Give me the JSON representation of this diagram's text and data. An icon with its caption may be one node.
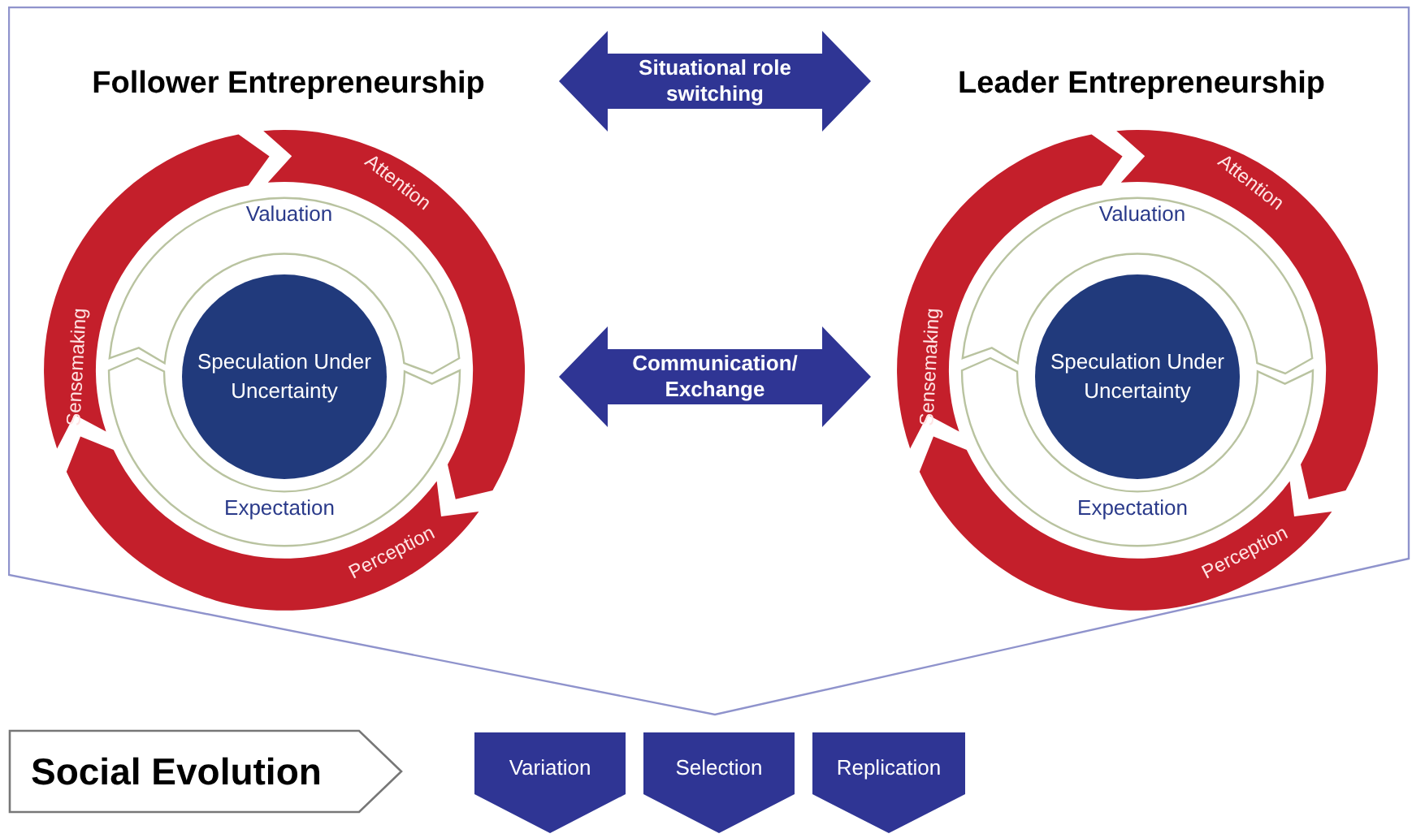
{
  "diagram": {
    "nodes": [
      {
        "text": [],
        "shape": "pentagon"
      },
      {
        "text": [
          "Follower Entrepreneurship"
        ],
        "in": 0
      },
      {
        "text": [
          "Attention"
        ],
        "in": 1
      },
      {
        "text": [
          "Perception"
        ],
        "in": 1
      },
      {
        "text": [
          "Sensemaking"
        ],
        "in": 1
      },
      {
        "text": [
          "Valuation"
        ],
        "in": 1
      },
      {
        "text": [
          "Expectation"
        ],
        "in": 1
      },
      {
        "text": [
          "Speculation Under Uncertainty"
        ],
        "in": 1
      },
      {
        "text": [
          "Leader Entrepreneurship"
        ],
        "in": 0
      },
      {
        "text": [
          "Attention"
        ],
        "in": 8
      },
      {
        "text": [
          "Perception"
        ],
        "in": 8
      },
      {
        "text": [
          "Sensemaking"
        ],
        "in": 8
      },
      {
        "text": [
          "Valuation"
        ],
        "in": 8
      },
      {
        "text": [
          "Expectation"
        ],
        "in": 8
      },
      {
        "text": [
          "Speculation Under Uncertainty"
        ],
        "in": 8
      },
      {
        "text": [
          "Social Evolution"
        ]
      },
      {
        "text": [
          "Variation"
        ]
      },
      {
        "text": [
          "Selection"
        ]
      },
      {
        "text": [
          "Replication"
        ]
      }
    ],
    "edges": [
      {
        "from": 1,
        "to": 8,
        "arrow": "both",
        "label": "Situational role switching",
        "style": "thick"
      },
      {
        "from": 1,
        "to": 8,
        "arrow": "both",
        "label": "Communication/ Exchange",
        "style": "thick"
      }
    ]
  }
}
